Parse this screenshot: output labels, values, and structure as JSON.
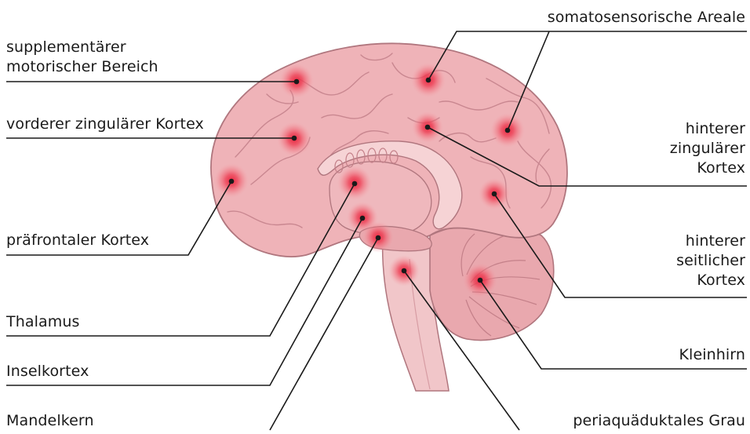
{
  "labels": {
    "supplementary_motor": [
      "supplementärer",
      "motorischer Bereich"
    ],
    "anterior_cingulate": [
      "vorderer zingulärer Kortex"
    ],
    "prefrontal": [
      "präfrontaler Kortex"
    ],
    "thalamus": [
      "Thalamus"
    ],
    "insula": [
      "Inselkortex"
    ],
    "amygdala": [
      "Mandelkern"
    ],
    "somatosensory": [
      "somatosensorische Areale"
    ],
    "posterior_cingulate": [
      "hinterer",
      "zingulärer",
      "Kortex"
    ],
    "posterior_lateral": [
      "hinterer",
      "seitlicher",
      "Kortex"
    ],
    "cerebellum": [
      "Kleinhirn"
    ],
    "periaqueductal_gray": [
      "periaquäduktales Grau"
    ]
  },
  "colors": {
    "brain_fill": "#efb3b8",
    "brain_outline": "#b0767e",
    "inner_fill": "#f6d3d5",
    "stem_fill": "#f1c6c9",
    "hotspot": "#e8203a",
    "leader_line": "#1a1a1a"
  }
}
